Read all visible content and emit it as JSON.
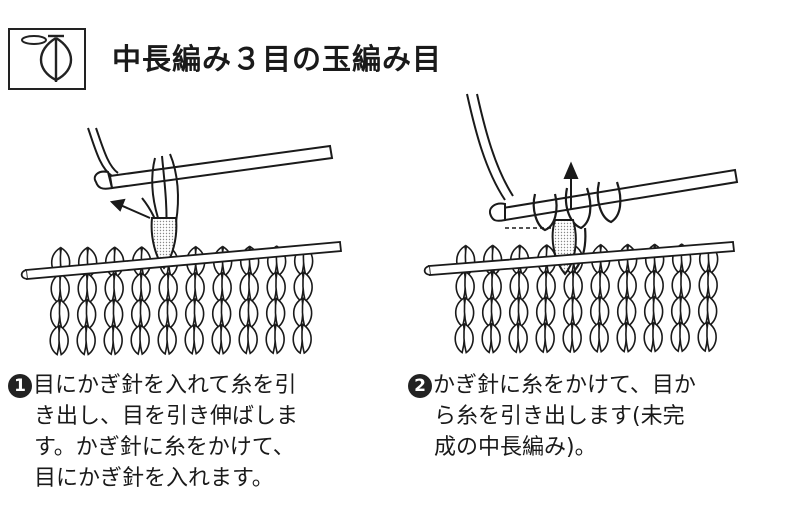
{
  "title": "中長編み３目の玉編み目",
  "steps": [
    {
      "number": "1",
      "lines": [
        "目にかぎ針を入れて糸を引",
        "き出し、目を引き伸ばしま",
        "す。かぎ針に糸をかけて、",
        "目にかぎ針を入れます。"
      ]
    },
    {
      "number": "2",
      "lines": [
        "かぎ針に糸をかけて、目か",
        "ら糸を引き出します(未完",
        "成の中長編み)。"
      ]
    }
  ],
  "symbol": {
    "name": "hdc-3-puff-stitch-symbol"
  },
  "figures": [
    {
      "name": "step1-illustration",
      "arrow": "up-left"
    },
    {
      "name": "step2-illustration",
      "arrow": "up"
    }
  ],
  "colors": {
    "ink": "#1a1a1a",
    "fill": "#ffffff",
    "dotted": "#bdbdbd"
  }
}
